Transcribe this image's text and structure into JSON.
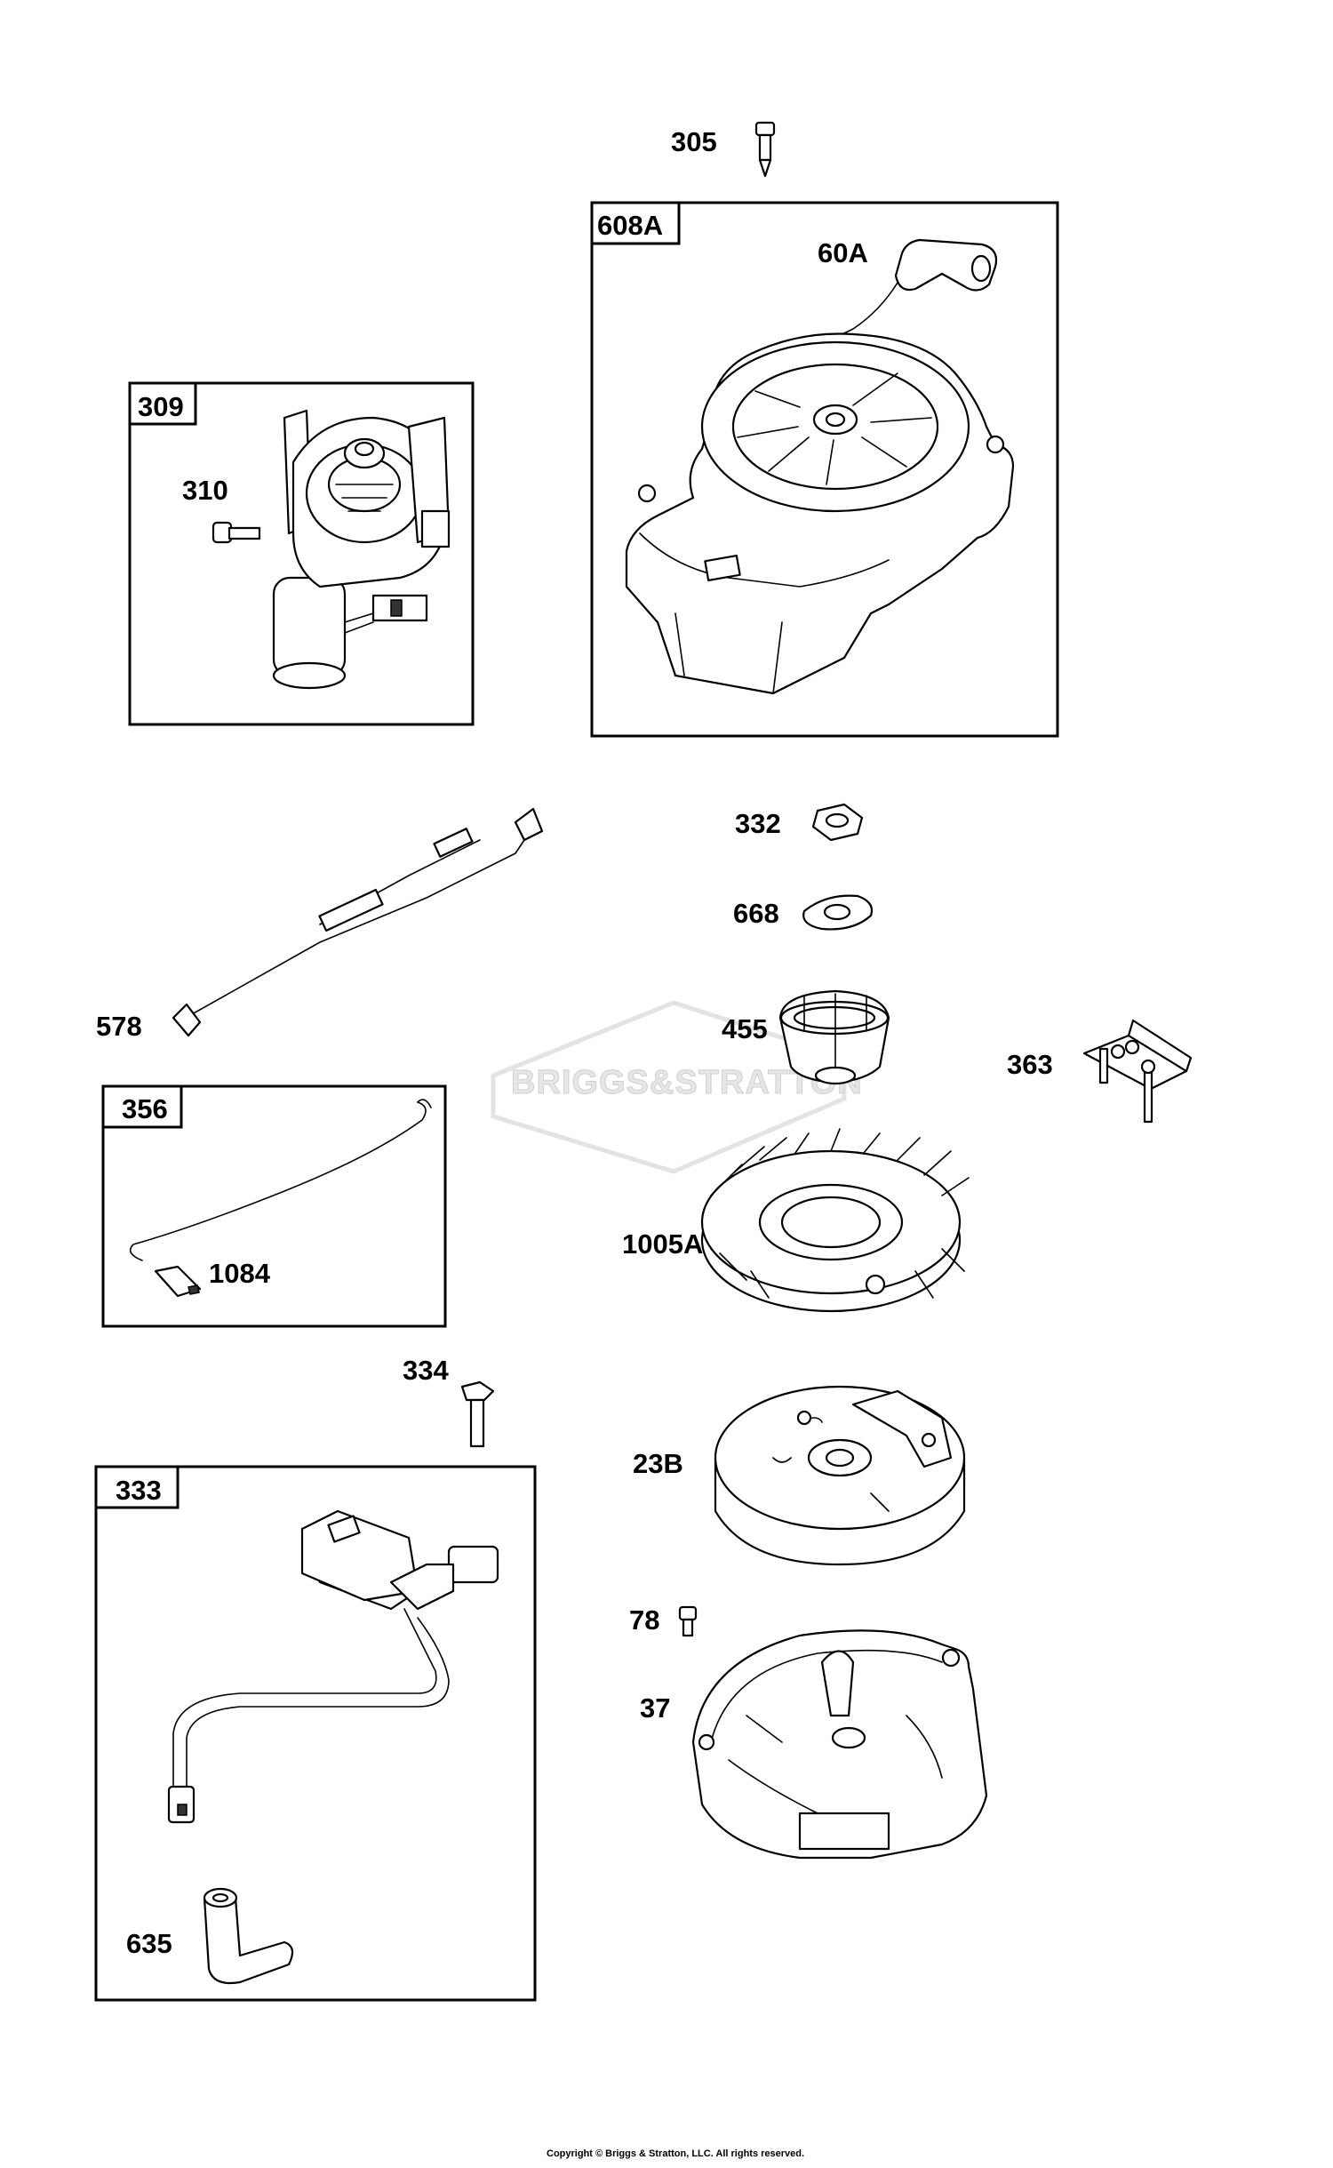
{
  "watermark": "BRIGGS&STRATTON",
  "copyright": "Copyright © Briggs & Stratton, LLC. All rights reserved.",
  "boxes": {
    "box_309": "309",
    "box_608A": "608A",
    "box_356": "356",
    "box_333": "333"
  },
  "labels": {
    "p305": "305",
    "p60A": "60A",
    "p310": "310",
    "p332": "332",
    "p668": "668",
    "p578": "578",
    "p455": "455",
    "p363": "363",
    "p1005A": "1005A",
    "p1084": "1084",
    "p334": "334",
    "p23B": "23B",
    "p78": "78",
    "p37": "37",
    "p635": "635"
  },
  "icons": [
    "starter-motor",
    "recoil-starter",
    "wiring-harness",
    "ground-wire",
    "ignition-coil",
    "flywheel-fan",
    "flywheel",
    "blower-housing",
    "nut",
    "washer",
    "clutch",
    "bracket",
    "bolt",
    "spark-plug-boot"
  ]
}
